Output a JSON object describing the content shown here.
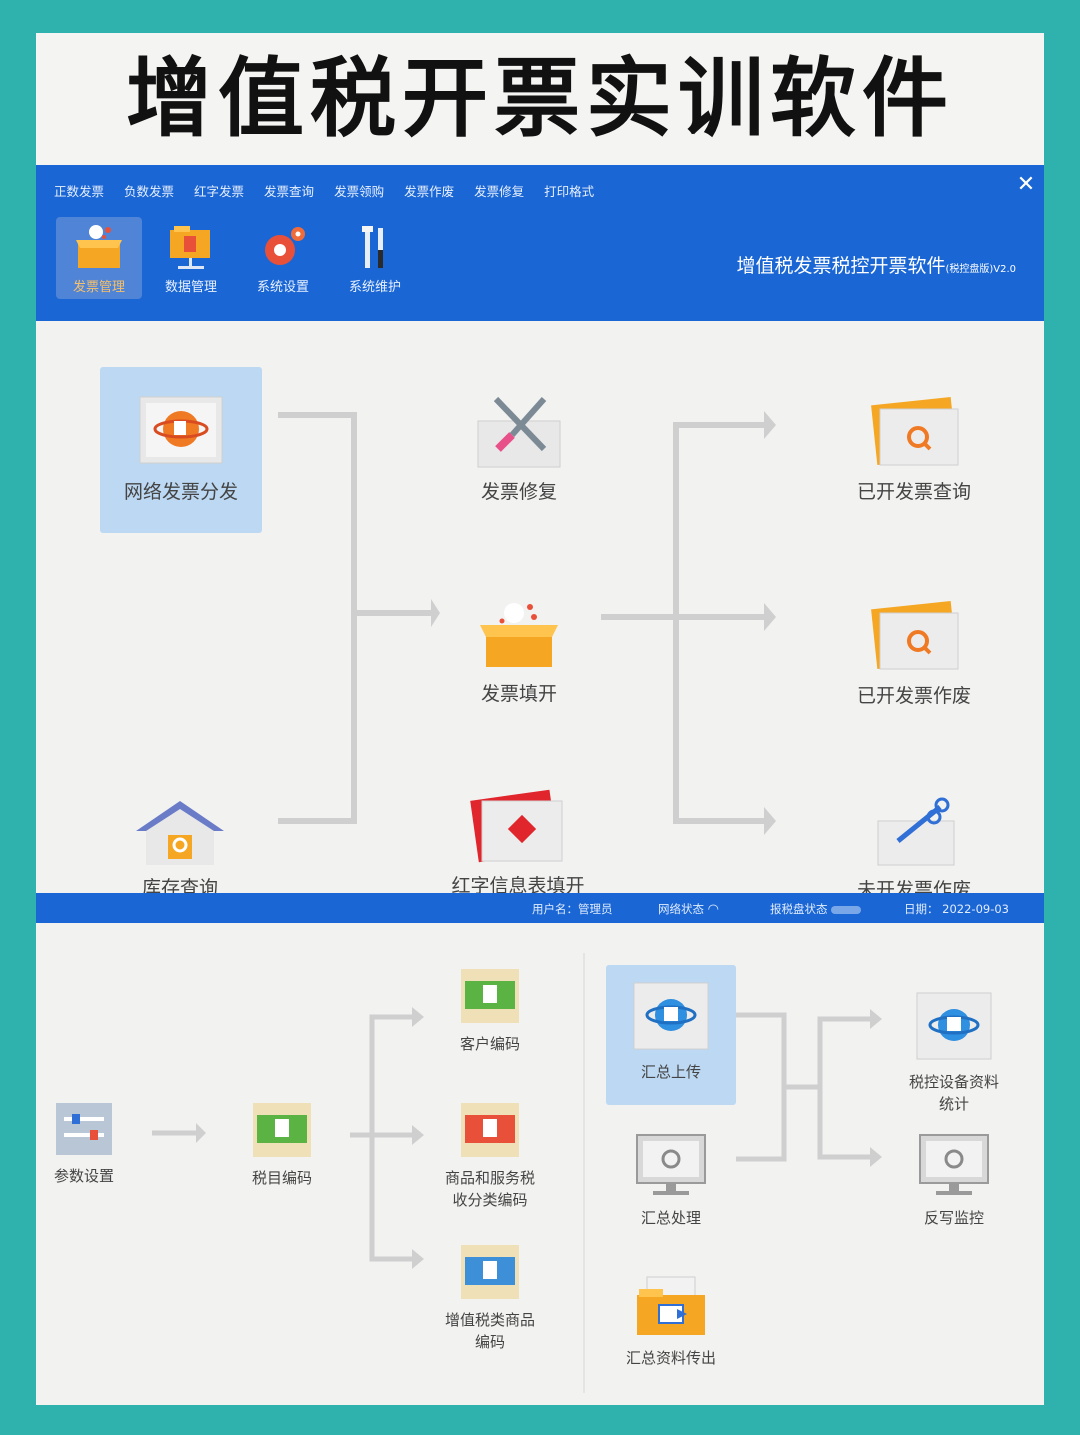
{
  "banner": {
    "title": "增值税开票实训软件"
  },
  "menu": [
    "正数发票",
    "负数发票",
    "红字发票",
    "发票查询",
    "发票领购",
    "发票作废",
    "发票修复",
    "打印格式"
  ],
  "toolbar": [
    {
      "label": "发票管理",
      "icon": "invoice-box-icon",
      "active": true
    },
    {
      "label": "数据管理",
      "icon": "data-folder-icon",
      "active": false
    },
    {
      "label": "系统设置",
      "icon": "gear-icon",
      "active": false
    },
    {
      "label": "系统维护",
      "icon": "tools-icon",
      "active": false
    }
  ],
  "product": {
    "name": "增值税发票税控开票软件",
    "edition": "(税控盘版)V2.0"
  },
  "close": "✕",
  "flow1": {
    "distribute": "网络发票分发",
    "inventory": "库存查询",
    "repair": "发票修复",
    "fill": "发票填开",
    "red_form": "红字信息表填开",
    "query": "已开发票查询",
    "void": "已开发票作废",
    "void_blank": "未开发票作废"
  },
  "status": {
    "user_label": "用户名：",
    "user_value": "管理员",
    "network_label": "网络状态",
    "device_label": "报税盘状态",
    "date_label": "日期：",
    "date_value": "2022-09-03"
  },
  "flow2": {
    "params": "参数设置",
    "tax_code": "税目编码",
    "customer_code": "客户编码",
    "goods_code_1": "商品和服务税",
    "goods_code_2": "收分类编码",
    "vat_goods_1": "增值税类商品",
    "vat_goods_2": "编码",
    "upload": "汇总上传",
    "process": "汇总处理",
    "export": "汇总资料传出",
    "stats_1": "税控设备资料",
    "stats_2": "统计",
    "writeback": "反写监控"
  },
  "colors": {
    "primary_blue": "#1a66d4",
    "teal_frame": "#2fb2ad",
    "selected": "#bcd8f2",
    "accent_orange": "#f5a623"
  }
}
